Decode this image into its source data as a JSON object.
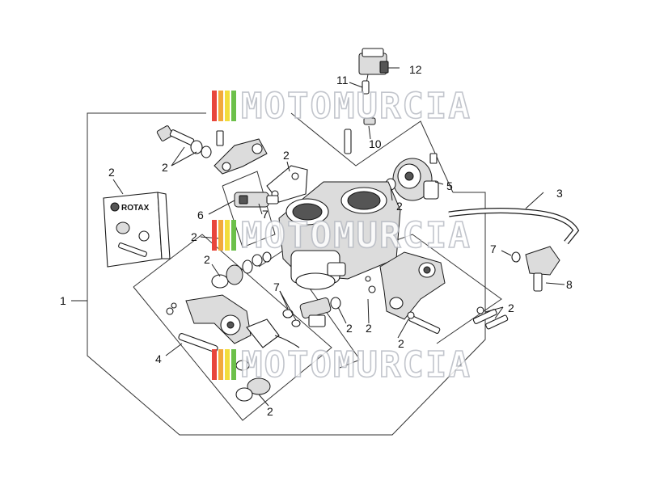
{
  "diagram": {
    "callouts": {
      "c1": "1",
      "c2_a": "2",
      "c2_b": "2",
      "c2_c": "2",
      "c2_d": "2",
      "c2_e": "2",
      "c2_f": "2",
      "c2_g": "2",
      "c2_h": "2",
      "c2_i": "2",
      "c2_j": "2",
      "c2_k": "2",
      "c3": "3",
      "c4": "4",
      "c5": "5",
      "c6": "6",
      "c7_a": "7",
      "c7_b": "7",
      "c7_c": "7",
      "c8": "8",
      "c10": "10",
      "c11": "11",
      "c12": "12"
    },
    "kit_box_label": "ROTAX",
    "watermark": "MOTOMURCIA",
    "watermark_colors": [
      "#e8463c",
      "#f2a93b",
      "#f2dd3b",
      "#6cc04a",
      "#3b8fd9"
    ]
  }
}
